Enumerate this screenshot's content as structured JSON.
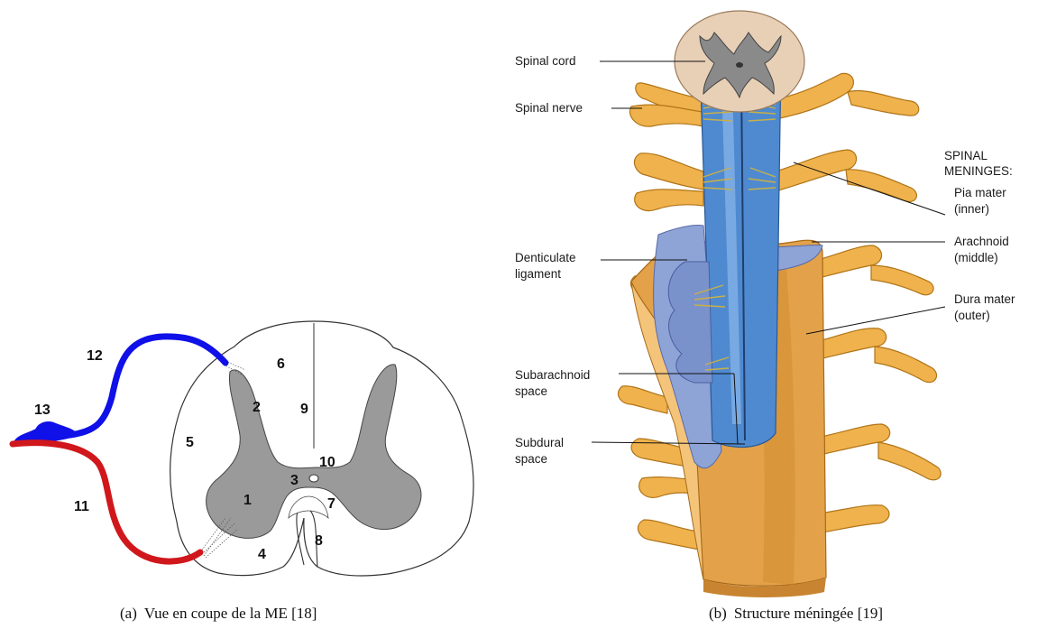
{
  "panel_a": {
    "labels": {
      "n1": "1",
      "n2": "2",
      "n3": "3",
      "n4": "4",
      "n5": "5",
      "n6": "6",
      "n7": "7",
      "n8": "8",
      "n9": "9",
      "n10": "10",
      "n11": "11",
      "n12": "12",
      "n13": "13"
    },
    "caption_num": "(a)",
    "caption": "Vue en coupe de la ME [18]",
    "colors": {
      "motor_root": "#d0181c",
      "sensory_root": "#1010e8",
      "grey_matter": "#9a9a9a"
    }
  },
  "panel_b": {
    "labels": {
      "spinal_cord": "Spinal cord",
      "spinal_nerve": "Spinal nerve",
      "meninges_1": "SPINAL",
      "meninges_2": "MENINGES:",
      "pia_1": "Pia mater",
      "pia_2": "(inner)",
      "arach_1": "Arachnoid",
      "arach_2": "(middle)",
      "dura_1": "Dura mater",
      "dura_2": "(outer)",
      "dent_1": "Denticulate",
      "dent_2": "ligament",
      "subarach_1": "Subarachnoid",
      "subarach_2": "space",
      "subdural_1": "Subdural",
      "subdural_2": "space"
    },
    "caption_num": "(b)",
    "caption": "Structure méningée [19]",
    "colors": {
      "pia": "#4f8ad0",
      "arachnoid": "#8ea3d6",
      "dura": "#e3a24a",
      "nerve": "#f0b24c",
      "cord_section": "#e8d0b6"
    }
  }
}
